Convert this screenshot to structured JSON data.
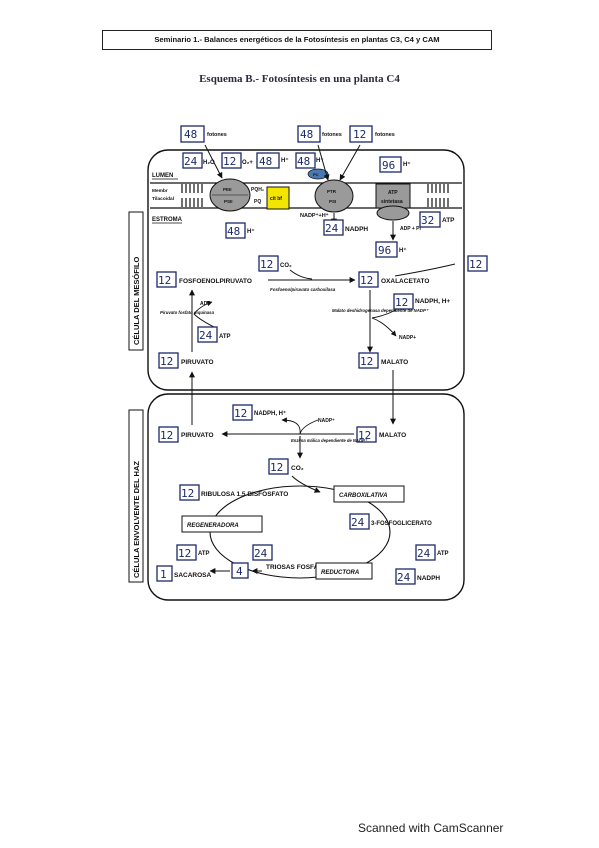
{
  "header": {
    "title": "Seminario 1.- Balances energéticos de la Fotosíntesis en plantas C3, C4 y CAM"
  },
  "subtitle": "Esquema B.- Fotosíntesis en una planta C4",
  "cells": {
    "mesophyll": "CÉLULA DEL MESÓFILO",
    "bundle_sheath": "CÉLULA ENVOLVENTE DEL HAZ"
  },
  "thylakoid": {
    "lumen": "LUMEN",
    "membrane": "Membr",
    "tilacoidal": "Tilacoidal",
    "stroma": "ESTROMA",
    "photons_1": "fotones",
    "photons_2": "fotones",
    "photons_3": "fotones",
    "h2o": "H₂O",
    "o2": "O₂+",
    "h_plus_1": "H⁺",
    "h_plus_2": "H⁺",
    "h_plus_lumen": "H⁺",
    "h_plus_stroma": "H⁺",
    "h_plus_atp": "H⁺",
    "psii": "PSII",
    "psi": "PSI",
    "peii": "PEII",
    "pqh2": "PQH₂",
    "pq": "PQ",
    "cytbf": "cit bf",
    "pc": "PC",
    "ptr": "PTR",
    "atp_synthase_1": "ATP",
    "atp_synthase_2": "sintetasa",
    "nadp_h": "NADP⁺+H⁺",
    "nadph": "NADPH",
    "adp_pi": "ADP + Pi",
    "atp": "ATP"
  },
  "mesophyll_labels": {
    "co2": "CO₂",
    "pep": "FOSFOENOLPIRUVATO",
    "oxaloacetate": "OXALACETATO",
    "pep_carboxylase": "Fosfoenolpiruvato carboxilasa",
    "nadph_h": "NADPH, H+",
    "nadp_plus": "NADP+",
    "malate_dh": "Malato deshidrogenasa dependiente de NADP⁺",
    "adp": "ADP",
    "ppdk": "Piruvato fosfato diquinasa",
    "atp": "ATP",
    "pyruvate": "PIRUVATO",
    "malate": "MALATO"
  },
  "bundle_labels": {
    "pyruvate": "PIRUVATO",
    "malate": "MALATO",
    "nadph_h": "NADPH, H⁺",
    "nadp_plus": "NADP⁺",
    "malic_enzyme": "Enzima málica dependiente de NADP⁺",
    "co2": "CO₂",
    "rubp": "RIBULOSA 1,5 BISFOSFATO",
    "carboxylative": "CARBOXILATIVA",
    "regenerative": "REGENERADORA",
    "pga": "3-FOSFOGLICERATO",
    "atp_left": "ATP",
    "atp_right": "ATP",
    "nadph": "NADPH",
    "triose": "TRIOSAS FOSFATO",
    "reductive": "REDUCTORA",
    "sucrose": "SACAROSA"
  },
  "handwritten": {
    "photons_1": "48",
    "photons_2": "48",
    "photons_3": "12",
    "h2o": "24",
    "o2": "12",
    "h_lumen_1": "48",
    "h_lumen_2": "48",
    "h_atp": "96",
    "h_stroma": "48",
    "nadph": "24",
    "atp": "32",
    "h_out": "96",
    "co2_meso": "12",
    "co2_right": "12",
    "pep": "12",
    "oxaloacetate": "12",
    "nadph_meso": "12",
    "atp_meso": "24",
    "pyruvate_meso": "12",
    "malate_meso": "12",
    "pyruvate_bs": "12",
    "nadph_bs": "12",
    "malate_bs": "12",
    "co2_bs": "12",
    "rubp": "12",
    "pga": "24",
    "atp_left": "12",
    "triose": "24",
    "atp_right": "24",
    "nadph_right": "24",
    "sucrose_in": "4",
    "sucrose": "1"
  },
  "footer": {
    "scanner": "Scanned with CamScanner"
  },
  "colors": {
    "ink": "#111111",
    "pen": "#1c2a6a",
    "cytbf": "#f2e600",
    "grey": "#9a9a9a"
  }
}
